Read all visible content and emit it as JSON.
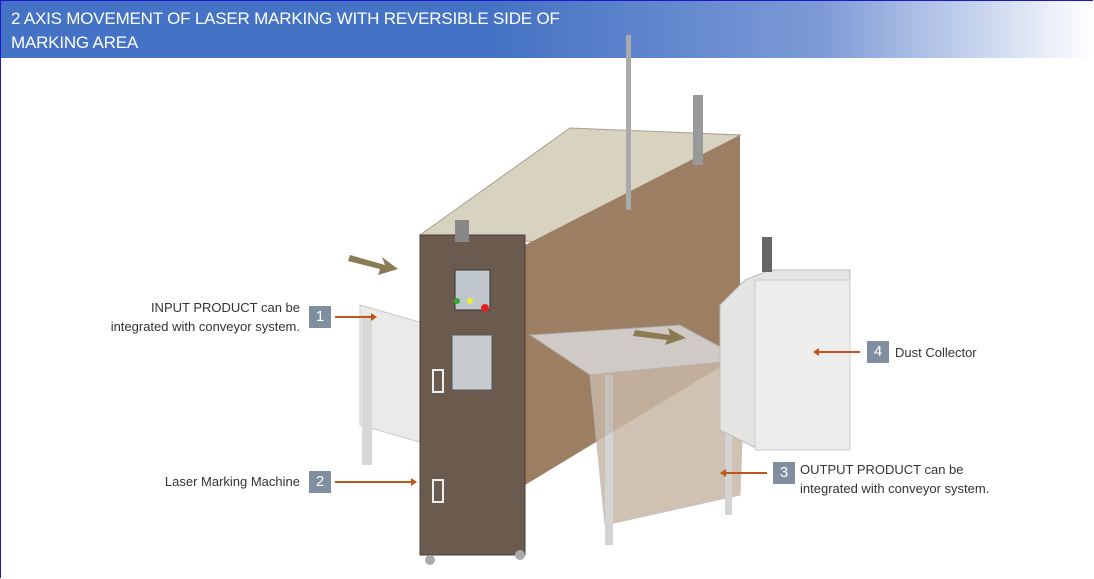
{
  "header": {
    "title": "2 AXIS MOVEMENT OF LASER MARKING WITH REVERSIBLE SIDE OF MARKING AREA"
  },
  "callouts": [
    {
      "number": "1",
      "text": "INPUT PRODUCT can be integrated with conveyor system."
    },
    {
      "number": "2",
      "text": "Laser Marking Machine"
    },
    {
      "number": "3",
      "text": "OUTPUT PRODUCT can be integrated with conveyor system."
    },
    {
      "number": "4",
      "text": "Dust Collector"
    }
  ],
  "colors": {
    "header": "#4472c4",
    "badge": "#7f8fa0",
    "arrow": "#c0561b",
    "machine": "#6b5a4e"
  }
}
